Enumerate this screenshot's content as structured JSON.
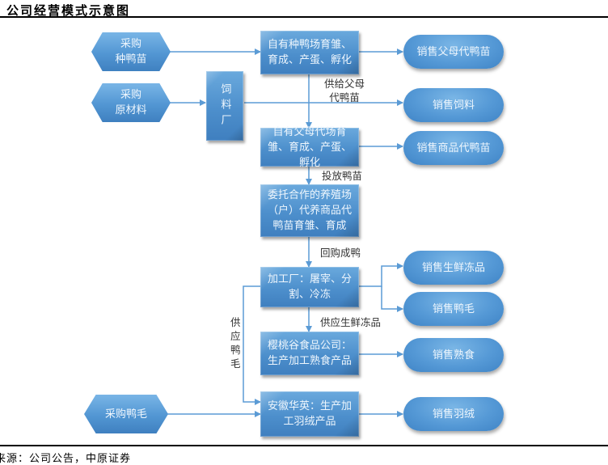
{
  "title": "公司经营模式示意图",
  "source": "来源：公司公告，中原证券",
  "colors": {
    "node_fill": "#5296d3",
    "node_text": "#eef6fd",
    "connector": "#5b9bd5",
    "rule": "#000000"
  },
  "nodes": {
    "buy_breeder_ducklings": "采购\n种鸭苗",
    "buy_raw_materials": "采购\n原材料",
    "feed_mill": "饲料厂",
    "own_breeder_farm": "自有种鸭场育雏、育成、产蛋、孵化",
    "own_parent_farm": "自有父母代场育雏、育成、产蛋、孵化",
    "contract_farms": "委托合作的养殖场（户）代养商品代鸭苗育雏、育成",
    "processing_plant": "加工厂：屠宰、分割、冷冻",
    "yingtaogu": "樱桃谷食品公司：生产加工熟食产品",
    "anhui_huaying": "安徽华英：生产加工羽绒产品",
    "buy_duck_feathers": "采购鸭毛"
  },
  "outputs": {
    "sell_parent_ducklings": "销售父母代鸭苗",
    "sell_feed": "销售饲料",
    "sell_commercial_ducklings": "销售商品代鸭苗",
    "sell_fresh_frozen": "销售生鲜冻品",
    "sell_duck_feathers": "销售鸭毛",
    "sell_cooked_food": "销售熟食",
    "sell_down": "销售羽绒"
  },
  "edge_labels": {
    "supply_parent_ducklings": "供给父母代鸭苗",
    "release_ducklings": "投放鸭苗",
    "buyback_ducks": "回购成鸭",
    "supply_fresh_frozen": "供应生鲜冻品",
    "supply_duck_feathers": "供应鸭毛"
  }
}
